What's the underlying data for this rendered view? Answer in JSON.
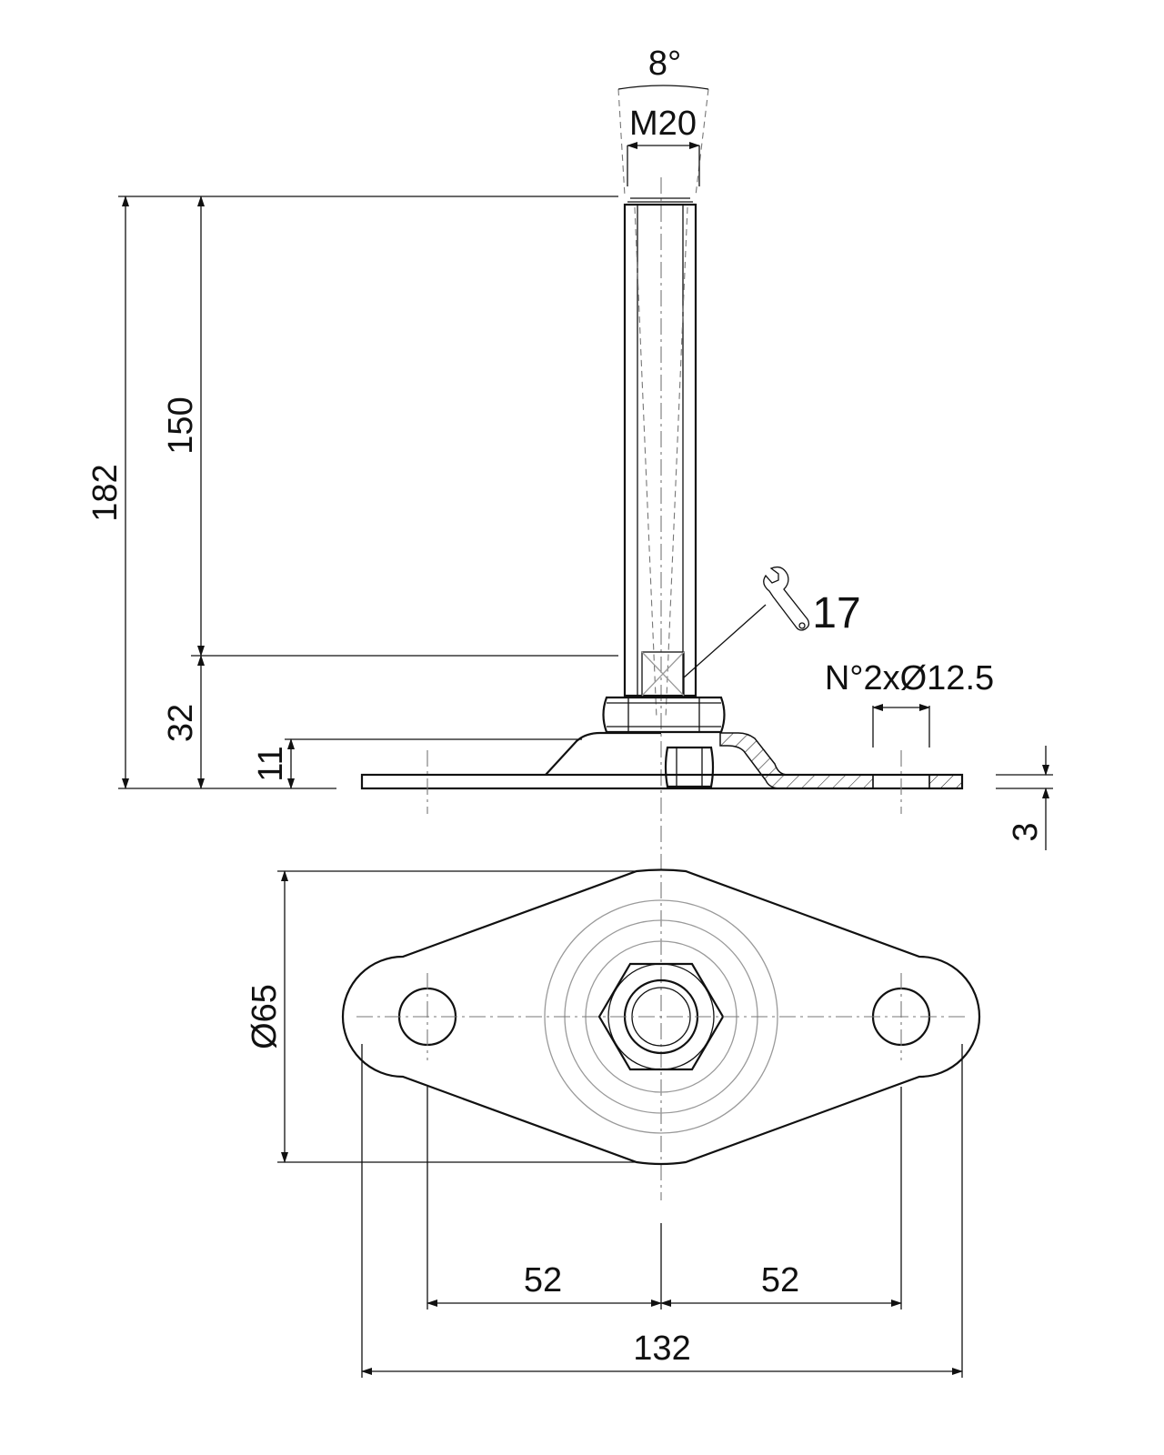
{
  "drawing": {
    "angle_label": "8°",
    "thread_label": "M20",
    "total_height": "182",
    "stem_height": "150",
    "base_height": "32",
    "base_body_height": "11",
    "plate_thickness": "3",
    "wrench_size": "17",
    "holes_label": "N°2xØ12.5",
    "diameter_label": "Ø65",
    "half_spacing_left": "52",
    "half_spacing_right": "52",
    "overall_length": "132"
  },
  "icons": {
    "wrench": "wrench-icon"
  }
}
